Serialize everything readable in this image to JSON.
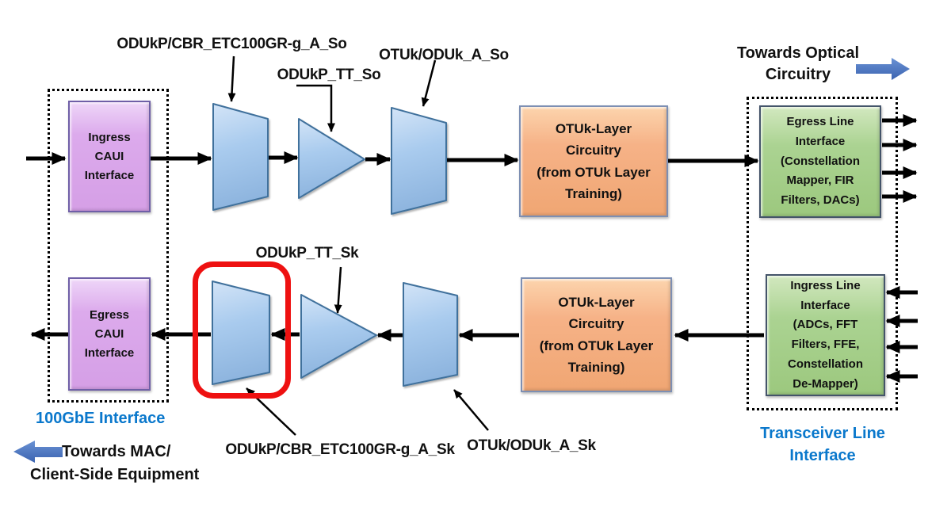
{
  "captions": {
    "towards_optical": "Towards Optical\nCircuitry",
    "towards_mac": "Towards MAC/\nClient-Side Equipment",
    "gbe_interface": "100GbE Interface",
    "transceiver_line": "Transceiver Line\nInterface"
  },
  "boxes": {
    "ingress_caui": "Ingress\nCAUI\nInterface",
    "egress_caui": "Egress\nCAUI\nInterface",
    "otuk_circuitry_top": "OTUk-Layer\nCircuitry\n(from OTUk Layer\nTraining)",
    "otuk_circuitry_bottom": "OTUk-Layer\nCircuitry\n(from OTUk Layer\nTraining)",
    "egress_line_interface": "Egress Line\nInterface\n(Constellation\nMapper, FIR\nFilters, DACs)",
    "ingress_line_interface": "Ingress Line\nInterface\n(ADCs, FFT\nFilters, FFE,\nConstellation\nDe-Mapper)"
  },
  "function_labels": {
    "odukp_cbr_so": "ODUkP/CBR_ETC100GR-g_A_So",
    "odukp_tt_so": "ODUkP_TT_So",
    "otuk_oduk_a_so": "OTUk/ODUk_A_So",
    "odukp_tt_sk": "ODUkP_TT_Sk",
    "odukp_cbr_sk": "ODUkP/CBR_ETC100GR-g_A_Sk",
    "otuk_oduk_a_sk": "OTUk/ODUk_A_Sk"
  },
  "icons": {
    "towards_optical_arrow": "right-arrow",
    "towards_mac_arrow": "left-arrow",
    "red_highlight_ring": "rounded-rectangle-outline"
  },
  "colors": {
    "highlight_red": "#ee1111",
    "caption_blue": "#0a78cc",
    "direction_arrow_blue": "#4472c4",
    "shape_blue_fill": "#a9cbee",
    "shape_blue_border": "#41719c",
    "caui_purple": "#d9a3e8",
    "circuitry_orange": "#f5b183",
    "line_interface_green": "#a9d18e",
    "flow_arrow_black": "#000000"
  }
}
